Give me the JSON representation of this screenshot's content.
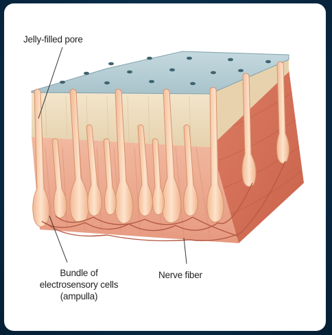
{
  "labels": {
    "pore": "Jelly-filled pore",
    "ampulla_line1": "Bundle of",
    "ampulla_line2": "electrosensory cells",
    "ampulla_line3": "(ampulla)",
    "nerve": "Nerve fiber"
  },
  "colors": {
    "background": "#082a45",
    "card": "#ffffff",
    "skin_top": "#b7cfd6",
    "epidermis": "#efe0c3",
    "tissue_side": "#d9725a",
    "tissue_front": "#eba98f",
    "ampulla": "#f6c9a6",
    "nerve": "#b75a46"
  }
}
